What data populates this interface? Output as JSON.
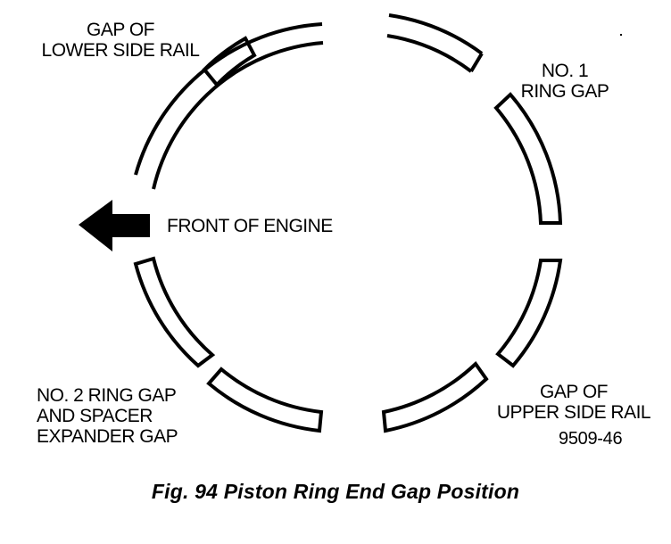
{
  "labels": {
    "gap_lower_side_rail": [
      "GAP OF",
      "LOWER SIDE RAIL"
    ],
    "no1_ring_gap": [
      "NO. 1",
      "RING GAP"
    ],
    "front_of_engine": "FRONT OF ENGINE",
    "no2_ring_gap": [
      "NO. 2 RING GAP",
      "AND SPACER",
      "EXPANDER GAP"
    ],
    "gap_upper_side_rail": [
      "GAP OF",
      "UPPER SIDE RAIL"
    ],
    "figure_number": "9509-46"
  },
  "caption": "Fig. 94 Piston Ring End Gap Position",
  "colors": {
    "ink": "#000000",
    "background": "#ffffff"
  },
  "icons": {
    "arrow": "left-arrow-icon"
  }
}
